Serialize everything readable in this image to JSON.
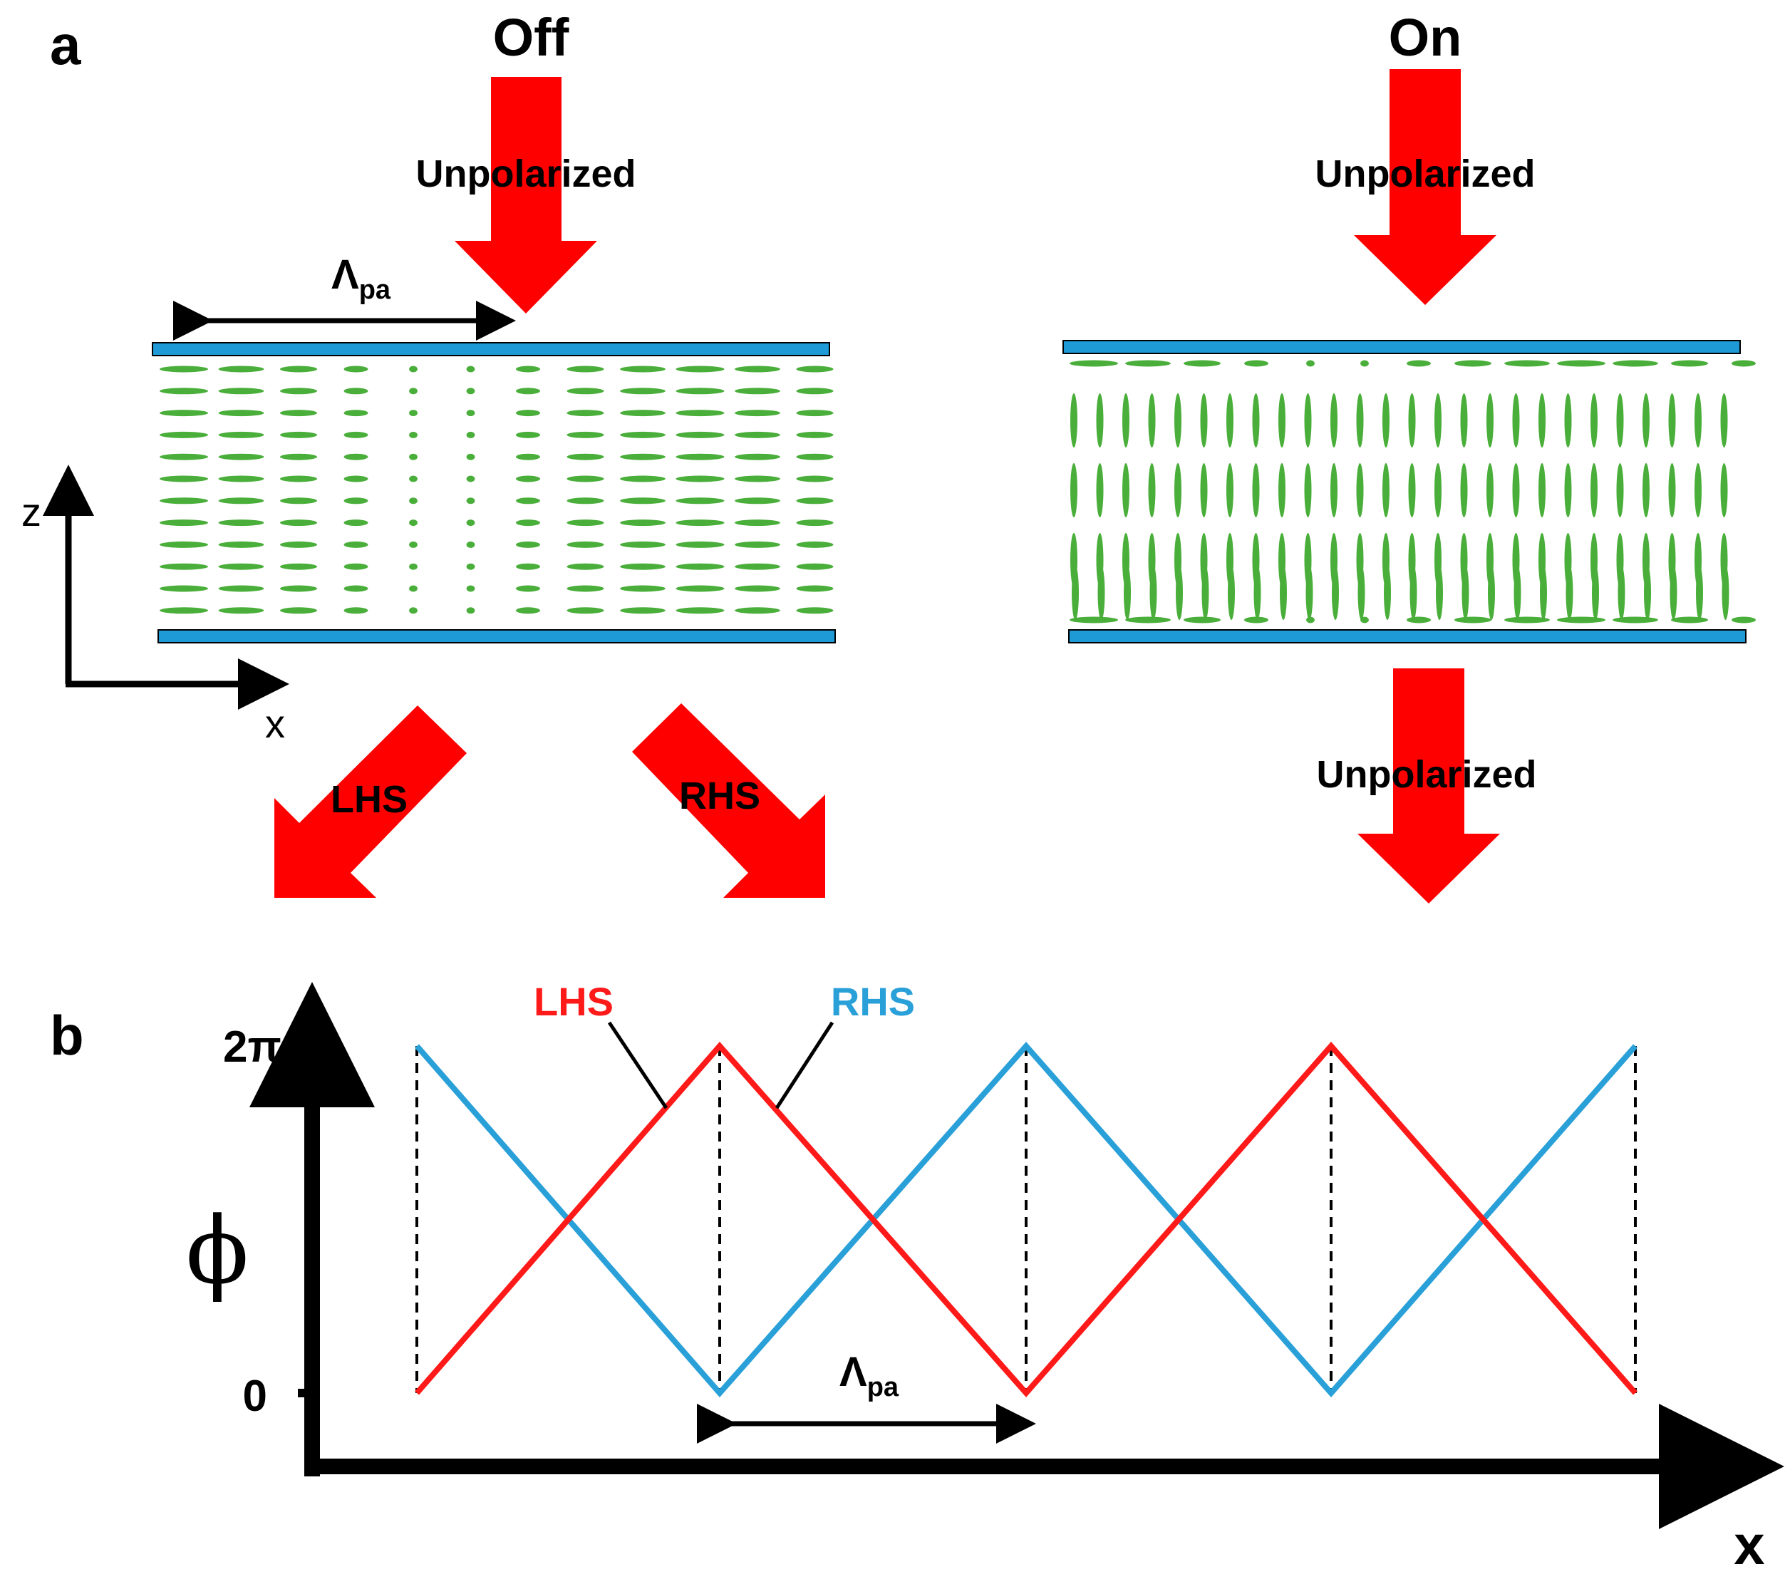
{
  "panel_a": {
    "label": "a",
    "off": {
      "title": "Off",
      "input_label": "Unpolarized",
      "period_label": "Λ",
      "period_sub": "pa",
      "out_left": "LHS",
      "out_right": "RHS"
    },
    "on": {
      "title": "On",
      "input_label": "Unpolarized",
      "output_label": "Unpolarized"
    },
    "axes": {
      "z": "z",
      "x": "x"
    }
  },
  "panel_b": {
    "label": "b",
    "y_tick_top": "2π",
    "y_tick_bottom": "0",
    "y_label": "ϕ",
    "x_label": "x",
    "period_label": "Λ",
    "period_sub": "pa",
    "lhs_label": "LHS",
    "rhs_label": "RHS"
  },
  "colors": {
    "arrow": "#ff0000",
    "plate": "#1e9ad6",
    "molecule": "#4aae3a",
    "lhs": "#ff1a1a",
    "rhs": "#2aa0d8",
    "axis": "#000000"
  }
}
